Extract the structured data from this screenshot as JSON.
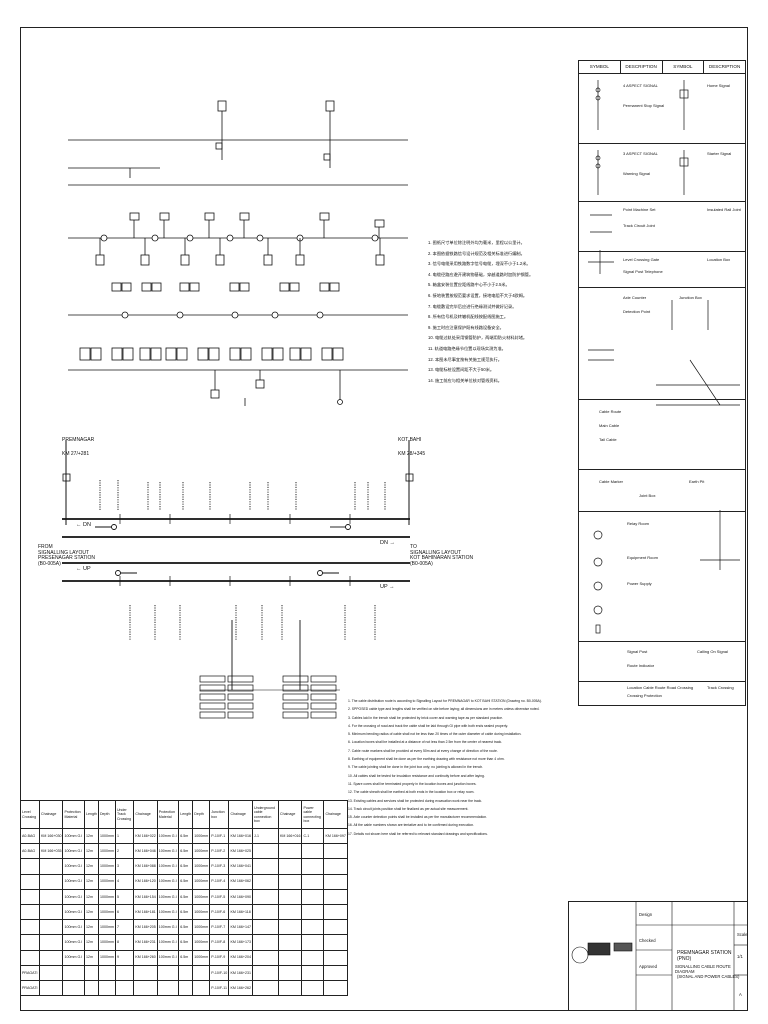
{
  "stations": {
    "left": {
      "line1": "FROM",
      "line2": "SIGNALLING LAYOUT",
      "line3": "PRESENAGAR STATION",
      "line4": "(B0-005A)"
    },
    "right": {
      "line1": "TO",
      "line2": "SIGNALLING LAYOUT",
      "line3": "KOT BAHINARAN STATION",
      "line4": "(B0-005A)"
    },
    "mid_left": {
      "code": "PREMNAGAR",
      "km": "KM 27/+281"
    },
    "mid_right": {
      "code": "KOT BAHI",
      "km": "KM 28/+345"
    }
  },
  "track": {
    "up_left": "← DN",
    "up_right": "DN →",
    "dn_left": "← UP",
    "dn_right": "UP →"
  },
  "legend": {
    "headers": [
      "SYMBOL",
      "DESCRIPTION",
      "SYMBOL",
      "DESCRIPTION"
    ],
    "rows": [
      {
        "a": "4 ASPECT SIGNAL",
        "b": "Permanent Stop Signal",
        "c": "Home Signal"
      },
      {
        "a": "3 ASPECT SIGNAL",
        "b": "Warning Signal",
        "c": "Starter Signal"
      },
      {
        "a": "Point Machine Set",
        "b": "Track Circuit Joint",
        "c": "Insulated Rail Joint"
      },
      {
        "a": "Level Crossing Gate",
        "b": "Signal Post Telephone",
        "c": "Location Box"
      },
      {
        "a": "Axle Counter",
        "b": "Detection Point",
        "c": "Junction Box"
      },
      {
        "a": "Cable Route",
        "b": "Main Cable",
        "c": "Tail Cable"
      },
      {
        "a": "Cable Marker",
        "b": "Joint Box",
        "c": "Earth Pit"
      },
      {
        "a": "Relay Room",
        "b": "Equipment Room",
        "c": "Power Supply"
      },
      {
        "a": "Signal Post",
        "b": "Route Indicator",
        "c": "Calling On Signal"
      },
      {
        "a": "Location Cable Route Road Crossing",
        "b": "Crossing Protection",
        "c": "Track Crossing"
      }
    ]
  },
  "notes_cn": [
    "1. 图纸尺寸单位除注明外均为毫米，里程以公里计。",
    "2. 本图依据铁路信号设计规范及相关标准进行编制。",
    "3. 信号电缆采用铁路数字信号电缆，埋深不小于1.2米。",
    "4. 电缆径路应避开建筑物基础，穿越道路时加防护钢管。",
    "5. 箱盒安装位置应距线路中心不小于2.5米。",
    "6. 接地装置按规范要求设置，接地电阻不大于4欧姆。",
    "7. 电缆敷设完毕后应进行绝缘测试并做好记录。",
    "8. 所有信号机及转辙机配线按配线图施工。",
    "9. 施工时应注意保护既有线路设备安全。",
    "10. 电缆过轨处采用钢管防护，两端用防火材料封堵。",
    "11. 轨道电路绝缘节位置以现场实测为准。",
    "12. 本图未尽事宜按有关施工规范执行。",
    "13. 电缆标桩设置间距不大于50米。",
    "14. 施工前应与相关单位核对管线资料。"
  ],
  "notes_en": [
    "1. The cable distribution route is according to Signalling Layout for PREMNAGAR to KOT BAHI STATION (Drawing no. B0-005A).",
    "2. SPPOSED cable type and lengths shall be verified on site before laying; all dimensions are in meters unless otherwise noted.",
    "3. Cables laid in the trench shall be protected by brick cover and warning tape as per standard practice.",
    "4. For the crossing of road and track the cable shall be laid through GI pipe with both ends sealed properly.",
    "5. Minimum bending radius of cable shall not be less than 20 times of the outer diameter of cable during installation.",
    "6. Location boxes shall be installed at a distance of not less than 2.5m from the center of nearest track.",
    "7. Cable route markers shall be provided at every 50m and at every change of direction of the route.",
    "8. Earthing of equipment shall be done as per the earthing drawing with resistance not more than 4 ohm.",
    "9. The cable jointing shall be done in the joint box only; no jointing is allowed in the trench.",
    "10. All cables shall be tested for insulation resistance and continuity before and after laying.",
    "11. Spare cores shall be terminated properly in the location boxes and junction boxes.",
    "12. The cable sheath shall be earthed at both ends in the location box or relay room.",
    "13. Existing cables and services shall be protected during excavation work near the track.",
    "14. Track circuit joints position shall be finalized as per actual site measurement.",
    "15. Axle counter detection points shall be installed as per the manufacturer recommendation.",
    "16. All the cable numbers shown are tentative and to be confirmed during execution.",
    "17. Details not shown here shall be referred to relevant standard drawings and specifications."
  ],
  "cable_table": {
    "headers": [
      "Level Crossing",
      "Chainage",
      "Protection Material",
      "Length",
      "Depth",
      "Under Track Crossing",
      "Chainage",
      "Protection Material",
      "Length",
      "Depth",
      "Junction box",
      "Chainage",
      "Underground cable connection box",
      "Chainage",
      "Power cable connecting box",
      "Chainage"
    ],
    "rows": [
      [
        "A0-BAG",
        "KM 166+030",
        "100mm G.I",
        "12m",
        "1000mm",
        "1",
        "KM 166+022",
        "100mm G.I",
        "6.5m",
        "1000mm",
        "P-10/F-1",
        "KM 166+016",
        "J-1",
        "KM 166+016",
        "C-1",
        "KM 166+097"
      ],
      [
        "A0-BAG",
        "KM 166+035",
        "100mm G.I",
        "12m",
        "1000mm",
        "2",
        "KM 166+046",
        "100mm G.I",
        "6.5m",
        "1000mm",
        "P-10/F-2",
        "KM 166+025",
        "",
        "",
        "",
        ""
      ],
      [
        "",
        "",
        "100mm G.I",
        "12m",
        "1000mm",
        "3",
        "KM 166+088",
        "100mm G.I",
        "6.5m",
        "1000mm",
        "P-10/F-3",
        "KM 166+041",
        "",
        "",
        "",
        ""
      ],
      [
        "",
        "",
        "100mm G.I",
        "12m",
        "1000mm",
        "4",
        "KM 166+120",
        "100mm G.I",
        "6.5m",
        "1000mm",
        "P-10/F-4",
        "KM 166+062",
        "",
        "",
        "",
        ""
      ],
      [
        "",
        "",
        "100mm G.I",
        "12m",
        "1000mm",
        "5",
        "KM 166+154",
        "100mm G.I",
        "6.5m",
        "1000mm",
        "P-10/F-5",
        "KM 166+090",
        "",
        "",
        "",
        ""
      ],
      [
        "",
        "",
        "100mm G.I",
        "12m",
        "1000mm",
        "6",
        "KM 166+181",
        "100mm G.I",
        "6.5m",
        "1000mm",
        "P-10/F-6",
        "KM 166+118",
        "",
        "",
        "",
        ""
      ],
      [
        "",
        "",
        "100mm G.I",
        "12m",
        "1000mm",
        "7",
        "KM 166+205",
        "100mm G.I",
        "6.5m",
        "1000mm",
        "P-10/F-7",
        "KM 166+147",
        "",
        "",
        "",
        ""
      ],
      [
        "",
        "",
        "100mm G.I",
        "12m",
        "1000mm",
        "8",
        "KM 166+231",
        "100mm G.I",
        "6.5m",
        "1000mm",
        "P-10/F-8",
        "KM 166+173",
        "",
        "",
        "",
        ""
      ],
      [
        "",
        "",
        "100mm G.I",
        "12m",
        "1000mm",
        "9",
        "KM 166+260",
        "100mm G.I",
        "6.5m",
        "1000mm",
        "P-10/F-9",
        "KM 166+204",
        "",
        "",
        "",
        ""
      ],
      [
        "PRAGATI",
        "",
        "",
        "",
        "",
        "",
        "",
        "",
        "",
        "",
        "P-10/F-10",
        "KM 166+231",
        "",
        "",
        "",
        ""
      ],
      [
        "PRAGATI",
        "",
        "",
        "",
        "",
        "",
        "",
        "",
        "",
        "",
        "P-10/F-11",
        "KM 166+262",
        "",
        "",
        "",
        ""
      ]
    ]
  },
  "title_block": {
    "project": "PREMNAGAR STATION (PNO)",
    "title1": "SIGNALLING CABLE ROUTE DIAGRAM",
    "title2": "(SIGNAL AND POWER CABLES)",
    "design_lbl": "Design",
    "check_lbl": "Checked",
    "approve_lbl": "Approved",
    "scale_lbl": "Scale",
    "sheet": "1/1",
    "rev": "A"
  }
}
